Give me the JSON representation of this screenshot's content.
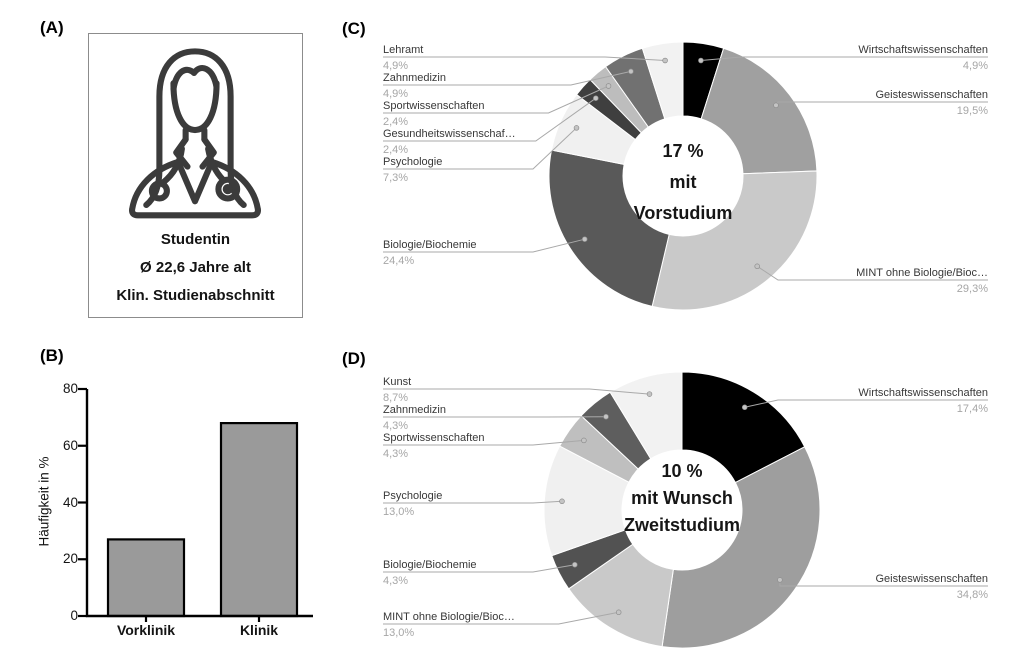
{
  "figure": {
    "panel_a": {
      "tag": "(A)",
      "icon": "female-medical-student-icon",
      "lines": [
        "Studentin",
        "Ø 22,6 Jahre alt",
        "Klin. Studienabschnitt"
      ]
    },
    "panel_b": {
      "tag": "(B)",
      "ylabel": "Häufigkeit in %",
      "categories": [
        "Vorklinik",
        "Klinik"
      ],
      "values": [
        27,
        68
      ],
      "yticks": [
        0,
        20,
        40,
        60,
        80
      ],
      "ylim": [
        0,
        80
      ],
      "bar_color": "#9a9a9a"
    },
    "panel_c": {
      "tag": "(C)",
      "center_lines": [
        "17 %",
        "mit",
        "Vorstudium"
      ],
      "segments": [
        {
          "name": "Wirtschaftswissenschaften",
          "pct_label": "4,9%",
          "value": 4.9,
          "color": "#000000"
        },
        {
          "name": "Geisteswissenschaften",
          "pct_label": "19,5%",
          "value": 19.5,
          "color": "#a0a0a0"
        },
        {
          "name": "MINT ohne Biologie/Bioc…",
          "pct_label": "29,3%",
          "value": 29.3,
          "color": "#c9c9c9"
        },
        {
          "name": "Biologie/Biochemie",
          "pct_label": "24,4%",
          "value": 24.4,
          "color": "#595959"
        },
        {
          "name": "Psychologie",
          "pct_label": "7,3%",
          "value": 7.3,
          "color": "#f0f0f0"
        },
        {
          "name": "Gesundheitswissenschaf…",
          "pct_label": "2,4%",
          "value": 2.4,
          "color": "#3f3f3f"
        },
        {
          "name": "Sportwissenschaften",
          "pct_label": "2,4%",
          "value": 2.4,
          "color": "#bdbdbd"
        },
        {
          "name": "Zahnmedizin",
          "pct_label": "4,9%",
          "value": 4.9,
          "color": "#717171"
        },
        {
          "name": "Lehramt",
          "pct_label": "4,9%",
          "value": 4.9,
          "color": "#f2f2f2"
        }
      ]
    },
    "panel_d": {
      "tag": "(D)",
      "center_lines": [
        "10 %",
        "mit Wunsch",
        "Zweitstudium"
      ],
      "segments": [
        {
          "name": "Wirtschaftswissenschaften",
          "pct_label": "17,4%",
          "value": 17.4,
          "color": "#000000"
        },
        {
          "name": "Geisteswissenschaften",
          "pct_label": "34,8%",
          "value": 34.8,
          "color": "#9e9e9e"
        },
        {
          "name": "MINT ohne Biologie/Bioc…",
          "pct_label": "13,0%",
          "value": 13.0,
          "color": "#c9c9c9"
        },
        {
          "name": "Biologie/Biochemie",
          "pct_label": "4,3%",
          "value": 4.3,
          "color": "#525252"
        },
        {
          "name": "Psychologie",
          "pct_label": "13,0%",
          "value": 13.0,
          "color": "#f0f0f0"
        },
        {
          "name": "Sportwissenschaften",
          "pct_label": "4,3%",
          "value": 4.3,
          "color": "#bfbfbf"
        },
        {
          "name": "Zahnmedizin",
          "pct_label": "4,3%",
          "value": 4.3,
          "color": "#5e5e5e"
        },
        {
          "name": "Kunst",
          "pct_label": "8,7%",
          "value": 8.7,
          "color": "#f2f2f2"
        }
      ]
    }
  },
  "colors": {
    "label_text": "#383838",
    "pct_text": "#a6a6a6",
    "leader_line": "#a9a9a9",
    "axis": "#000000",
    "bar_fill": "#9a9a9a"
  },
  "chart_data": [
    {
      "id": "B",
      "type": "bar",
      "categories": [
        "Vorklinik",
        "Klinik"
      ],
      "values": [
        27,
        68
      ],
      "xlabel": "",
      "ylabel": "Häufigkeit in %",
      "ylim": [
        0,
        80
      ],
      "yticks": [
        0,
        20,
        40,
        60,
        80
      ],
      "grid": false,
      "bar_color": "#9a9a9a"
    },
    {
      "id": "C",
      "type": "pie",
      "subtype": "donut",
      "title": "17 % mit Vorstudium",
      "labels": [
        "Wirtschaftswissenschaften",
        "Geisteswissenschaften",
        "MINT ohne Biologie/Bioc…",
        "Biologie/Biochemie",
        "Psychologie",
        "Gesundheitswissenschaf…",
        "Sportwissenschaften",
        "Zahnmedizin",
        "Lehramt"
      ],
      "values": [
        4.9,
        19.5,
        29.3,
        24.4,
        7.3,
        2.4,
        2.4,
        4.9,
        4.9
      ],
      "unit": "%",
      "start_angle": "12-oclock",
      "direction": "clockwise",
      "legend_position": "callout-labels"
    },
    {
      "id": "D",
      "type": "pie",
      "subtype": "donut",
      "title": "10 % mit Wunsch Zweitstudium",
      "labels": [
        "Wirtschaftswissenschaften",
        "Geisteswissenschaften",
        "MINT ohne Biologie/Bioc…",
        "Biologie/Biochemie",
        "Psychologie",
        "Sportwissenschaften",
        "Zahnmedizin",
        "Kunst"
      ],
      "values": [
        17.4,
        34.8,
        13.0,
        4.3,
        13.0,
        4.3,
        4.3,
        8.7
      ],
      "unit": "%",
      "start_angle": "12-oclock",
      "direction": "clockwise",
      "legend_position": "callout-labels"
    }
  ]
}
